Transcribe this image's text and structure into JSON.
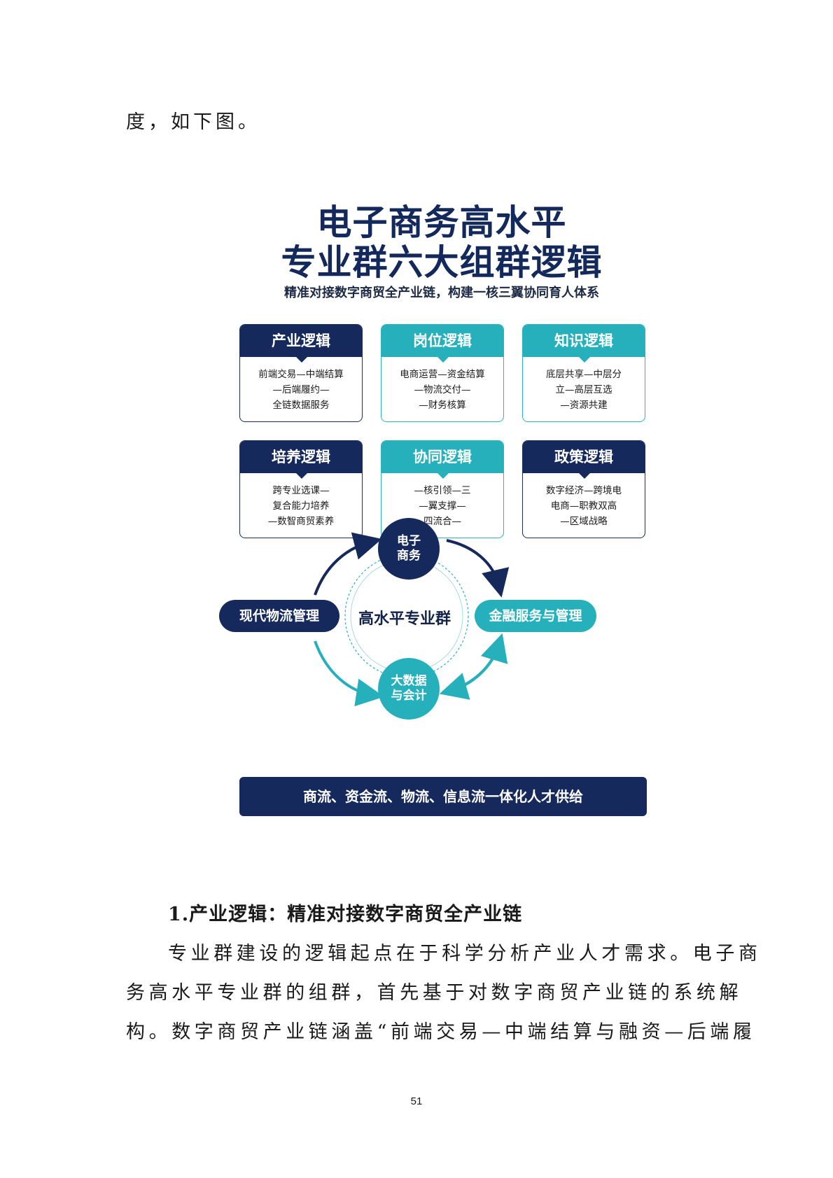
{
  "lead_text": "度，如下图。",
  "figure": {
    "title_line1": "电子商务高水平",
    "title_line2": "专业群六大组群逻辑",
    "subtitle": "精准对接数字商贸全产业链，构建一核三翼协同育人体系",
    "cards": [
      {
        "title": "产业逻辑",
        "lines": [
          "前端交易—中端结算",
          "—后端履约—",
          "全链数据服务"
        ],
        "theme": "navy"
      },
      {
        "title": "岗位逻辑",
        "lines": [
          "电商运营—资金结算",
          "—物流交付—",
          "—财务核算"
        ],
        "theme": "teal"
      },
      {
        "title": "知识逻辑",
        "lines": [
          "底层共享—中层分",
          "立—高层互选",
          "—资源共建"
        ],
        "theme": "teal"
      },
      {
        "title": "培养逻辑",
        "lines": [
          "跨专业选课—",
          "复合能力培养",
          "—数智商贸素养"
        ],
        "theme": "navy"
      },
      {
        "title": "协同逻辑",
        "lines": [
          "—核引领—三",
          "—翼支撑—",
          "四流合—"
        ],
        "theme": "teal"
      },
      {
        "title": "政策逻辑",
        "lines": [
          "数字经济—跨境电",
          "电商—职教双高",
          "—区域战略"
        ],
        "theme": "navy"
      }
    ],
    "cycle": {
      "top_node": [
        "电子",
        "商务"
      ],
      "bottom_node": [
        "大数据",
        "与会计"
      ],
      "left_node": "现代物流管理",
      "right_node": "金融服务与管理",
      "center": "高水平专业群"
    },
    "bottom_bar": "商流、资金流、物流、信息流一体化人才供给",
    "colors": {
      "navy": "#16295c",
      "teal": "#26b0bb"
    }
  },
  "section_heading": "1.产业逻辑：精准对接数字商贸全产业链",
  "paragraph_lines": [
    "专业群建设的逻辑起点在于科学分析产业人才需求。电子商",
    "务高水平专业群的组群，首先基于对数字商贸产业链的系统解",
    "构。数字商贸产业链涵盖“前端交易—中端结算与融资—后端履"
  ],
  "page_number": "51"
}
